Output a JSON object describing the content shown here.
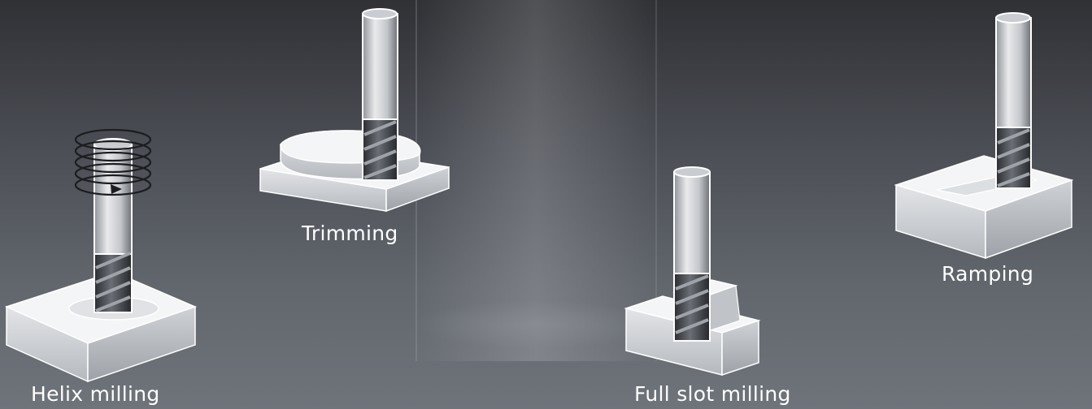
{
  "labels": {
    "helix_milling": "Helix milling",
    "trimming": "Trimming",
    "full_slot_milling": "Full slot milling",
    "ramping": "Ramping"
  },
  "colors": {
    "background_top": "#303135",
    "background_bottom": "#6f737a",
    "block_top": "#f4f5f6",
    "block_side": "#c9ccd1",
    "shank": "#d7d9dc",
    "flutes": "#3d4045",
    "label_text": "#ffffff"
  },
  "icons": [
    "helix-arrow-icon"
  ]
}
